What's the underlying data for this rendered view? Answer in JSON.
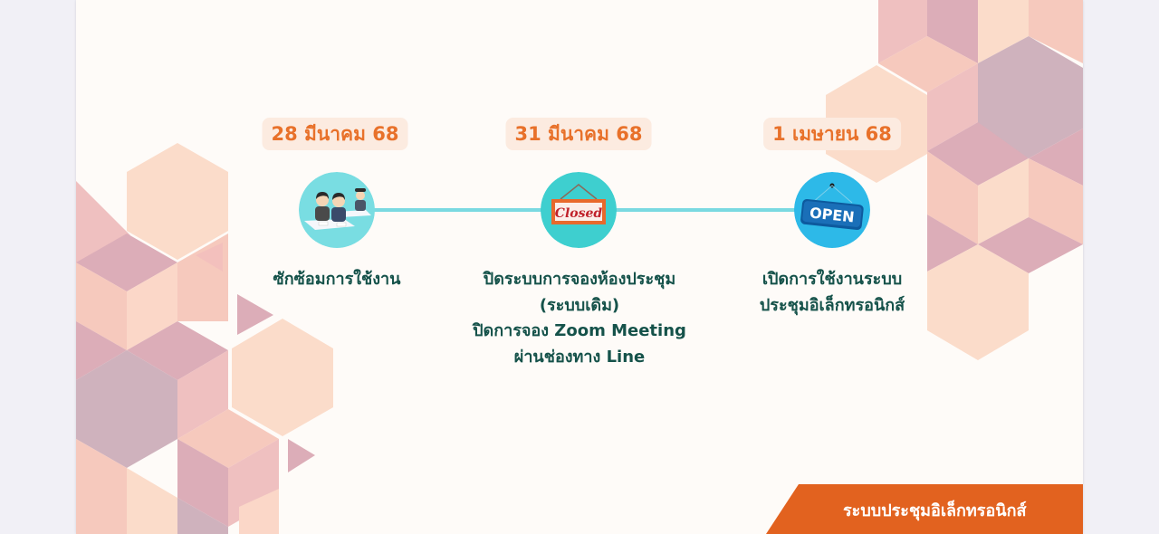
{
  "slide": {
    "background_color": "#fefbf8",
    "accent_orange": "#e8712a",
    "text_teal": "#15524a",
    "connector_color": "#7ad9e1"
  },
  "timeline": {
    "steps": [
      {
        "date": "28 มีนาคม 68",
        "icon": "training-people-icon",
        "lines": [
          "ซักซ้อมการใช้งาน"
        ]
      },
      {
        "date": "31 มีนาคม 68",
        "icon": "closed-sign-icon",
        "icon_text": "Closed",
        "lines": [
          "ปิดระบบการจองห้องประชุม",
          "(ระบบเดิม)",
          "ปิดการจอง Zoom Meeting",
          "ผ่านช่องทาง Line"
        ]
      },
      {
        "date": "1 เมษายน 68",
        "icon": "open-sign-icon",
        "icon_text": "OPEN",
        "lines": [
          "เปิดการใช้งานระบบ",
          "ประชุมอิเล็กทรอนิกส์"
        ]
      }
    ]
  },
  "footer": {
    "label": "ระบบประชุมอิเล็กทรอนิกส์",
    "color": "#e2621f"
  }
}
